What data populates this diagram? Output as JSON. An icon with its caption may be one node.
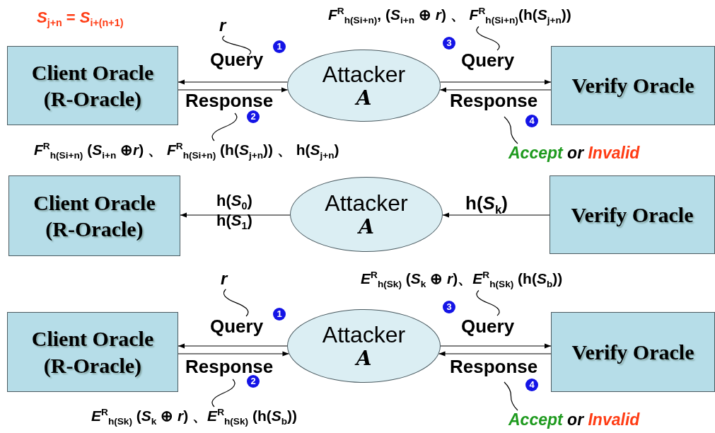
{
  "diagram": {
    "nodes": [
      {
        "text": [
          "Client Oracle (R-Oracle)"
        ]
      },
      {
        "text": [
          "Attacker",
          "A"
        ]
      },
      {
        "text": [
          "Verify Oracle"
        ]
      },
      {
        "text": [
          "r"
        ]
      },
      {
        "text": [
          "*F*$^{R}$$_{h(Si+n)}$, (*S*$_{i+n}$ ⊕ *r*) 、 *F*$^{R}$$_{h(Si+n)}$(h(*S*$_{j+n}$))"
        ]
      },
      {
        "text": [
          "*F*$^{R}$$_{h(Si+n)}$ (*S*$_{i+n}$ ⊕*r*) 、 *F*$^{R}$$_{h(Si+n)}$ (h(*S*$_{j+n}$)) 、 h(*S*$_{j+n}$)"
        ]
      },
      {
        "text": [
          "Accept or Invalid"
        ]
      },
      {
        "text": [
          "Client Oracle (R-Oracle)"
        ]
      },
      {
        "text": [
          "Attacker",
          "A"
        ]
      },
      {
        "text": [
          "Verify Oracle"
        ]
      },
      {
        "text": [
          "Client Oracle (R-Oracle)"
        ]
      },
      {
        "text": [
          "Attacker",
          "A"
        ]
      },
      {
        "text": [
          "Verify Oracle"
        ]
      },
      {
        "text": [
          "r"
        ]
      },
      {
        "text": [
          "*E*$^{R}$$_{h(Sk)}$ (*S*$_{k}$ ⊕ *r*)、*E*$^{R}$$_{h(Sk)}$ (h(*S*$_{b}$))"
        ]
      },
      {
        "text": [
          "*E*$^{R}$$_{h(Sk)}$ (*S*$_{k}$ ⊕ *r*) 、*E*$^{R}$$_{h(Sk)}$ (h(*S*$_{b}$))"
        ]
      },
      {
        "text": [
          "Accept or Invalid"
        ]
      }
    ],
    "edges": [
      {
        "from": 1,
        "to": 0,
        "arrow": "to",
        "label": "Query"
      },
      {
        "from": 0,
        "to": 1,
        "arrow": "to",
        "label": "Response"
      },
      {
        "from": 1,
        "to": 2,
        "arrow": "to",
        "label": "Query"
      },
      {
        "from": 2,
        "to": 1,
        "arrow": "to",
        "label": "Response"
      },
      {
        "from": 3,
        "to": null,
        "arrow": "none"
      },
      {
        "from": 4,
        "to": null,
        "arrow": "none"
      },
      {
        "from": 5,
        "to": null,
        "arrow": "none"
      },
      {
        "from": 6,
        "to": null,
        "arrow": "none"
      },
      {
        "from": 8,
        "to": 7,
        "arrow": "to",
        "label": "h(*S*$_{0}$) h(*S*$_{1}$)"
      },
      {
        "from": 9,
        "to": 8,
        "arrow": "to",
        "label": "h(*S*$_{k}$)"
      },
      {
        "from": 11,
        "to": 10,
        "arrow": "to",
        "label": "Query"
      },
      {
        "from": 10,
        "to": 11,
        "arrow": "to",
        "label": "Response"
      },
      {
        "from": 11,
        "to": 12,
        "arrow": "to",
        "label": "Query"
      },
      {
        "from": 12,
        "to": 11,
        "arrow": "to",
        "label": "Response"
      },
      {
        "from": 13,
        "to": null,
        "arrow": "none"
      },
      {
        "from": 14,
        "to": null,
        "arrow": "none"
      },
      {
        "from": 15,
        "to": null,
        "arrow": "none"
      },
      {
        "from": 16,
        "to": null,
        "arrow": "none"
      }
    ],
    "labels": [
      "*S*$_{j+n}$ = *S*$_{i+(n+1)}$",
      "1",
      "3",
      "2",
      "4",
      "1",
      "3",
      "2",
      "4"
    ]
  }
}
